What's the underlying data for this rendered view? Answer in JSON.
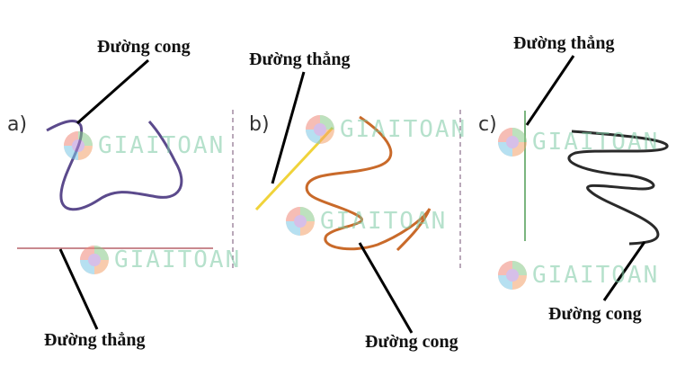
{
  "figure": {
    "parts": [
      {
        "id": "a",
        "label": "a)",
        "top_label": "Đường cong",
        "bottom_label": "Đường thẳng",
        "curve_color": "#5b4a8c",
        "line_color": "#c9898f"
      },
      {
        "id": "b",
        "label": "b)",
        "top_label": "Đường thẳng",
        "bottom_label": "Đường cong",
        "curve_color": "#c96a2a",
        "line_color": "#f0d33a"
      },
      {
        "id": "c",
        "label": "c)",
        "top_label": "Đường thẳng",
        "bottom_label": "Đường cong",
        "curve_color": "#2a2a2a",
        "line_color": "#7bb57f"
      }
    ],
    "watermark": "GIAITOAN",
    "divider_color": "#b9a8b9"
  }
}
